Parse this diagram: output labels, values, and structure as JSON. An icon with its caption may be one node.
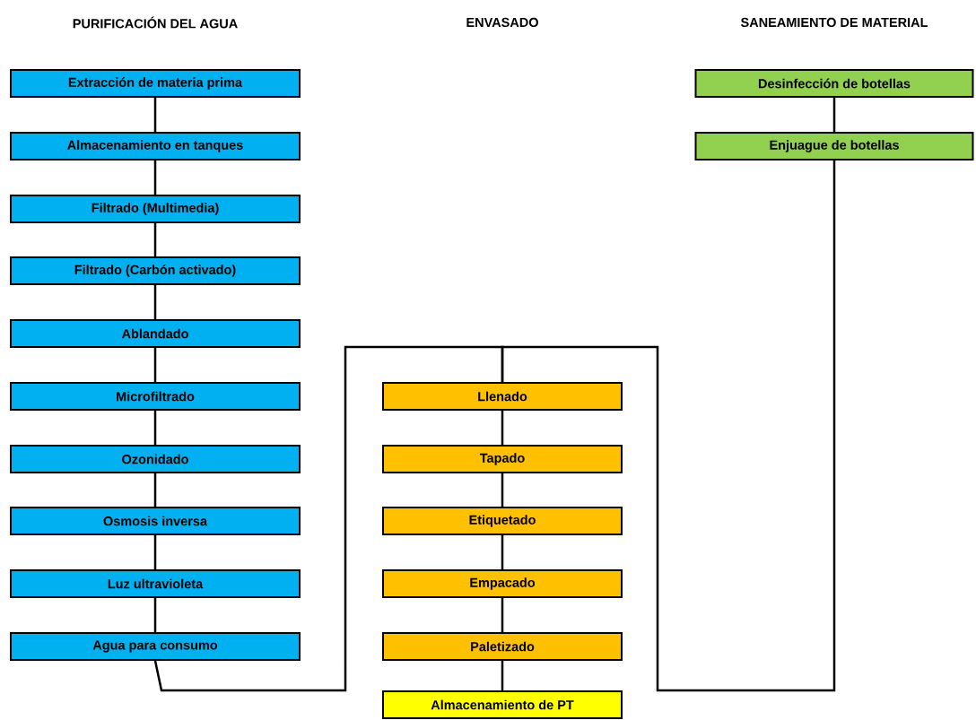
{
  "diagram": {
    "nodes": [
      {
        "text": [
          "Extracción de materia prima"
        ]
      },
      {
        "text": [
          "Almacenamiento en tanques"
        ]
      },
      {
        "text": [
          "Filtrado (Multimedia)"
        ]
      },
      {
        "text": [
          "Filtrado (Carbón activado)"
        ]
      },
      {
        "text": [
          "Ablandado"
        ]
      },
      {
        "text": [
          "Microfiltrado"
        ]
      },
      {
        "text": [
          "Ozonidado"
        ]
      },
      {
        "text": [
          "Osmosis inversa"
        ]
      },
      {
        "text": [
          "Luz ultravioleta"
        ]
      },
      {
        "text": [
          "Agua para consumo"
        ]
      },
      {
        "text": [
          "Desinfección de botellas"
        ]
      },
      {
        "text": [
          "Enjuague de botellas"
        ]
      },
      {
        "text": [
          "Llenado"
        ]
      },
      {
        "text": [
          "Tapado"
        ]
      },
      {
        "text": [
          "Etiquetado"
        ]
      },
      {
        "text": [
          "Empacado"
        ]
      },
      {
        "text": [
          "Paletizado"
        ]
      },
      {
        "text": [
          "Almacenamiento de PT"
        ]
      }
    ],
    "edges": [
      {
        "from": 0,
        "to": 1,
        "arrow": "none"
      },
      {
        "from": 1,
        "to": 2,
        "arrow": "none"
      },
      {
        "from": 2,
        "to": 3,
        "arrow": "none"
      },
      {
        "from": 3,
        "to": 4,
        "arrow": "none"
      },
      {
        "from": 4,
        "to": 5,
        "arrow": "none"
      },
      {
        "from": 5,
        "to": 6,
        "arrow": "none"
      },
      {
        "from": 6,
        "to": 7,
        "arrow": "none"
      },
      {
        "from": 7,
        "to": 8,
        "arrow": "none"
      },
      {
        "from": 8,
        "to": 9,
        "arrow": "none"
      },
      {
        "from": 10,
        "to": 11,
        "arrow": "none"
      },
      {
        "from": 9,
        "to": 12,
        "arrow": "none"
      },
      {
        "from": 11,
        "to": 12,
        "arrow": "none"
      },
      {
        "from": 12,
        "to": 13,
        "arrow": "none"
      },
      {
        "from": 13,
        "to": 14,
        "arrow": "none"
      },
      {
        "from": 14,
        "to": 15,
        "arrow": "none"
      },
      {
        "from": 15,
        "to": 16,
        "arrow": "none"
      },
      {
        "from": 16,
        "to": 17,
        "arrow": "none"
      }
    ],
    "labels": [
      "PURIFICACIÓN DEL AGUA",
      "ENVASADO",
      "SANEAMIENTO DE MATERIAL"
    ]
  }
}
